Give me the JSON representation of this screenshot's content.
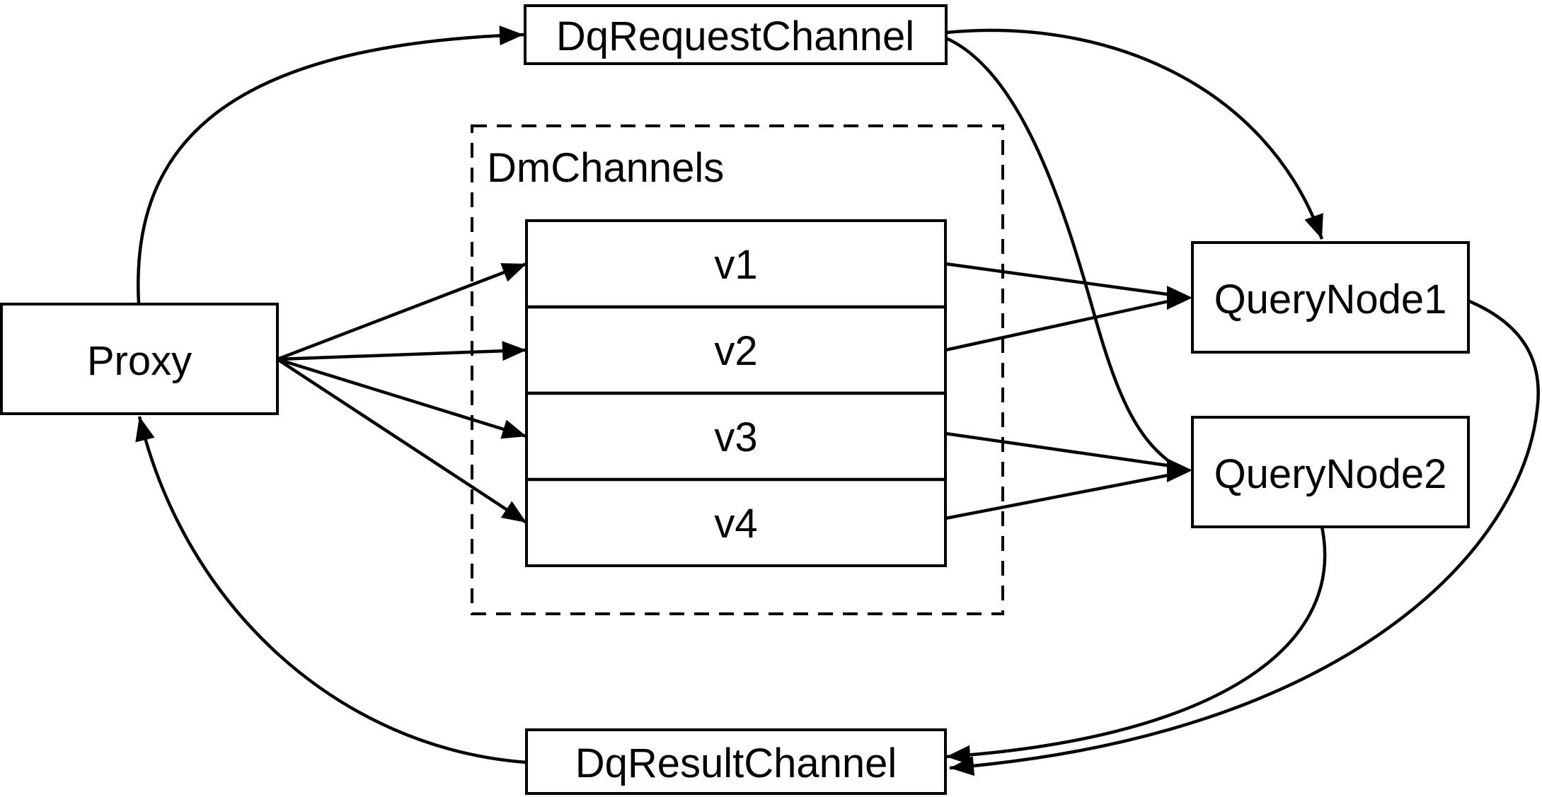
{
  "diagram": {
    "type": "flow-diagram",
    "colors": {
      "background": "#ffffff",
      "stroke": "#000000",
      "text": "#000000"
    },
    "nodes": {
      "dq_request_channel": {
        "label": "DqRequestChannel"
      },
      "proxy": {
        "label": "Proxy"
      },
      "dm_channels_group": {
        "label": "DmChannels"
      },
      "channels": [
        {
          "label": "v1"
        },
        {
          "label": "v2"
        },
        {
          "label": "v3"
        },
        {
          "label": "v4"
        }
      ],
      "query_node_1": {
        "label": "QueryNode1"
      },
      "query_node_2": {
        "label": "QueryNode2"
      },
      "dq_result_channel": {
        "label": "DqResultChannel"
      }
    },
    "edges": [
      {
        "from": "Proxy",
        "to": "DqRequestChannel"
      },
      {
        "from": "Proxy",
        "to": "v1"
      },
      {
        "from": "Proxy",
        "to": "v2"
      },
      {
        "from": "Proxy",
        "to": "v3"
      },
      {
        "from": "Proxy",
        "to": "v4"
      },
      {
        "from": "v1",
        "to": "QueryNode1"
      },
      {
        "from": "v2",
        "to": "QueryNode1"
      },
      {
        "from": "v3",
        "to": "QueryNode2"
      },
      {
        "from": "v4",
        "to": "QueryNode2"
      },
      {
        "from": "DqRequestChannel",
        "to": "QueryNode1"
      },
      {
        "from": "DqRequestChannel",
        "to": "QueryNode2"
      },
      {
        "from": "QueryNode1",
        "to": "DqResultChannel"
      },
      {
        "from": "QueryNode2",
        "to": "DqResultChannel"
      },
      {
        "from": "DqResultChannel",
        "to": "Proxy"
      }
    ]
  }
}
